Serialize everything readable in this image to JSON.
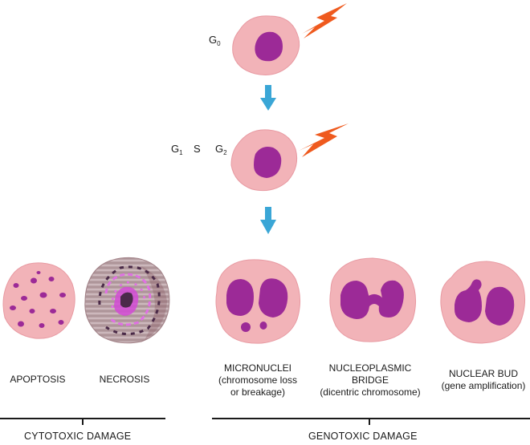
{
  "phases": {
    "g0": {
      "letter": "G",
      "sub": "0"
    },
    "g1": {
      "letter": "G",
      "sub": "1"
    },
    "s": "S",
    "g2": {
      "letter": "G",
      "sub": "2"
    }
  },
  "outcomes": {
    "apoptosis": "APOPTOSIS",
    "necrosis": "NECROSIS",
    "micronuclei": [
      "MICRONUCLEI",
      "(chromosome loss",
      "or breakage)"
    ],
    "bridge": [
      "NUCLEOPLASMIC",
      "BRIDGE",
      "(dicentric chromosome)"
    ],
    "bud": [
      "NUCLEAR BUD",
      "(gene amplification)"
    ]
  },
  "categories": {
    "cytotoxic": "CYTOTOXIC DAMAGE",
    "genotoxic": "GENOTOXIC DAMAGE"
  },
  "colors": {
    "cytoplasm": "#f2b3b8",
    "cytoplasm_edge": "#e89aa2",
    "nucleus": "#9c2a97",
    "arrow": "#3aa6d6",
    "lightning": "#ef5a1e",
    "necrosis_bg": "#b89aa0",
    "line": "#1a1a1a"
  }
}
